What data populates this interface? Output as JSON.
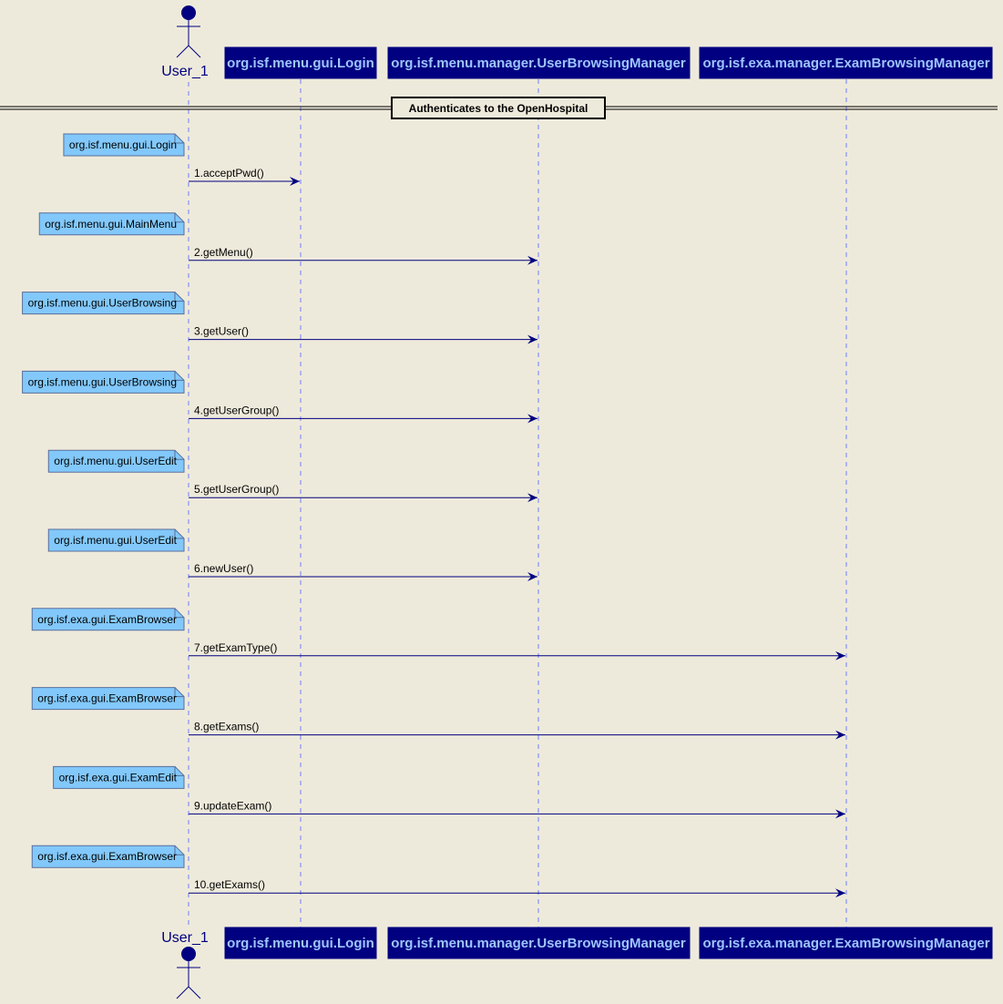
{
  "actor": {
    "name": "User_1"
  },
  "participants": [
    {
      "id": "login",
      "name": "org.isf.menu.gui.Login"
    },
    {
      "id": "ubm",
      "name": "org.isf.menu.manager.UserBrowsingManager"
    },
    {
      "id": "ebm",
      "name": "org.isf.exa.manager.ExamBrowsingManager"
    }
  ],
  "divider": {
    "label": "Authenticates to the OpenHospital"
  },
  "messages": [
    {
      "label": "1.acceptPwd()",
      "to": "login",
      "note": "org.isf.menu.gui.Login"
    },
    {
      "label": "2.getMenu()",
      "to": "ubm",
      "note": "org.isf.menu.gui.MainMenu"
    },
    {
      "label": "3.getUser()",
      "to": "ubm",
      "note": "org.isf.menu.gui.UserBrowsing"
    },
    {
      "label": "4.getUserGroup()",
      "to": "ubm",
      "note": "org.isf.menu.gui.UserBrowsing"
    },
    {
      "label": "5.getUserGroup()",
      "to": "ubm",
      "note": "org.isf.menu.gui.UserEdit"
    },
    {
      "label": "6.newUser()",
      "to": "ubm",
      "note": "org.isf.menu.gui.UserEdit"
    },
    {
      "label": "7.getExamType()",
      "to": "ebm",
      "note": "org.isf.exa.gui.ExamBrowser"
    },
    {
      "label": "8.getExams()",
      "to": "ebm",
      "note": "org.isf.exa.gui.ExamBrowser"
    },
    {
      "label": "9.updateExam()",
      "to": "ebm",
      "note": "org.isf.exa.gui.ExamEdit"
    },
    {
      "label": "10.getExams()",
      "to": "ebm",
      "note": "org.isf.exa.gui.ExamBrowser"
    }
  ],
  "colors": {
    "background": "#EEEADB",
    "participant_fill": "#000080",
    "participant_text": "#9EC5FF",
    "lifeline": "#6F7FFF",
    "arrow": "#000080",
    "note_fill": "#82C8FA",
    "note_border": "#5A6E9B"
  }
}
